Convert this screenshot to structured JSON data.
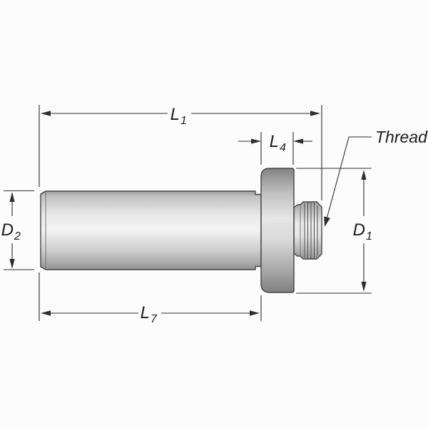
{
  "drawing": {
    "part_name": "tool-shank-with-flange-and-threaded-stub",
    "view": "side-profile",
    "background": "#fcfcfc",
    "dimensions": {
      "l1": {
        "main": "L",
        "sub": "1"
      },
      "l4": {
        "main": "L",
        "sub": "4"
      },
      "l7": {
        "main": "L",
        "sub": "7"
      },
      "d1": {
        "main": "D",
        "sub": "1"
      },
      "d2": {
        "main": "D",
        "sub": "2"
      }
    },
    "annotations": {
      "thread": "Thread"
    },
    "colors": {
      "dimension_line": "#2e2e2e",
      "part_outline": "#434343",
      "metal_highlight": "#f2f2f2",
      "metal_mid": "#c9c9c9",
      "metal_shadow": "#8c8c8c",
      "text": "#1c1c1c"
    }
  }
}
